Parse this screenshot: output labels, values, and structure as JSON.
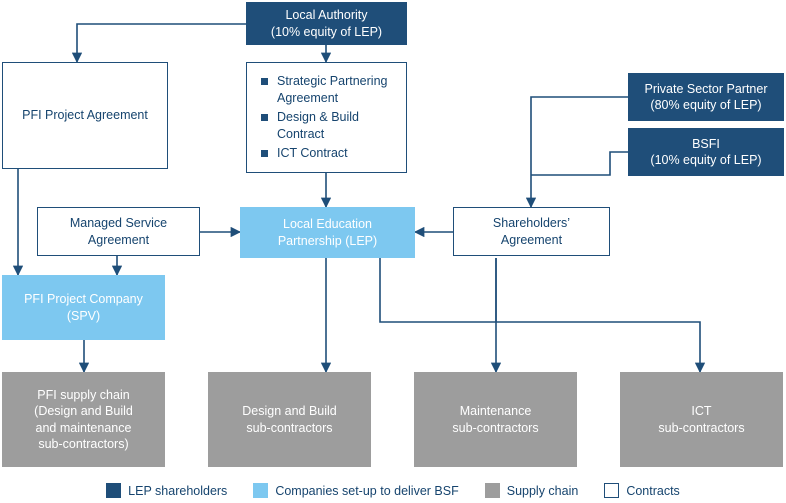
{
  "diagram": {
    "type": "org-flow-chart",
    "colors": {
      "dark_navy": "#1F4E79",
      "light_blue": "#7DC8F0",
      "grey": "#9D9D9D",
      "white": "#FFFFFF"
    },
    "nodes": [
      {
        "id": "local-authority",
        "label": "Local  Authority\n(10% equity of LEP)",
        "style": "dark"
      },
      {
        "id": "pfi-project-agreement",
        "label": "PFI Project Agreement",
        "style": "white"
      },
      {
        "id": "private-sector-partner",
        "label": "Private Sector Partner\n(80% equity of LEP)",
        "style": "dark"
      },
      {
        "id": "bsfi",
        "label": "BSFI\n(10% equity of LEP)",
        "style": "dark"
      },
      {
        "id": "managed-service-agreement",
        "label": "Managed Service\nAgreement",
        "style": "white"
      },
      {
        "id": "local-education-partnership",
        "label": "Local Education\nPartnership (LEP)",
        "style": "light"
      },
      {
        "id": "shareholders-agreement",
        "label": "Shareholders’\nAgreement",
        "style": "white"
      },
      {
        "id": "pfi-project-company",
        "label": "PFI Project Company\n(SPV)",
        "style": "light"
      },
      {
        "id": "pfi-supply-chain",
        "label": "PFI supply chain\n(Design and Build\nand maintenance\nsub-contractors)",
        "style": "grey"
      },
      {
        "id": "design-and-build-subcontractors",
        "label": "Design and Build\nsub-contractors",
        "style": "grey"
      },
      {
        "id": "maintenance-subcontractors",
        "label": "Maintenance\nsub-contractors",
        "style": "grey"
      },
      {
        "id": "ict-subcontractors",
        "label": "ICT\nsub-contractors",
        "style": "grey"
      }
    ],
    "contracts_box": {
      "id": "strategic-contracts",
      "items": [
        "Strategic Partnering\nAgreement",
        "Design & Build\nContract",
        "ICT Contract"
      ]
    }
  },
  "legend": {
    "items": [
      {
        "label": "LEP shareholders",
        "swatch": "dark"
      },
      {
        "label": "Companies set-up to deliver BSF",
        "swatch": "light"
      },
      {
        "label": "Supply chain",
        "swatch": "grey"
      },
      {
        "label": "Contracts",
        "swatch": "white"
      }
    ]
  }
}
